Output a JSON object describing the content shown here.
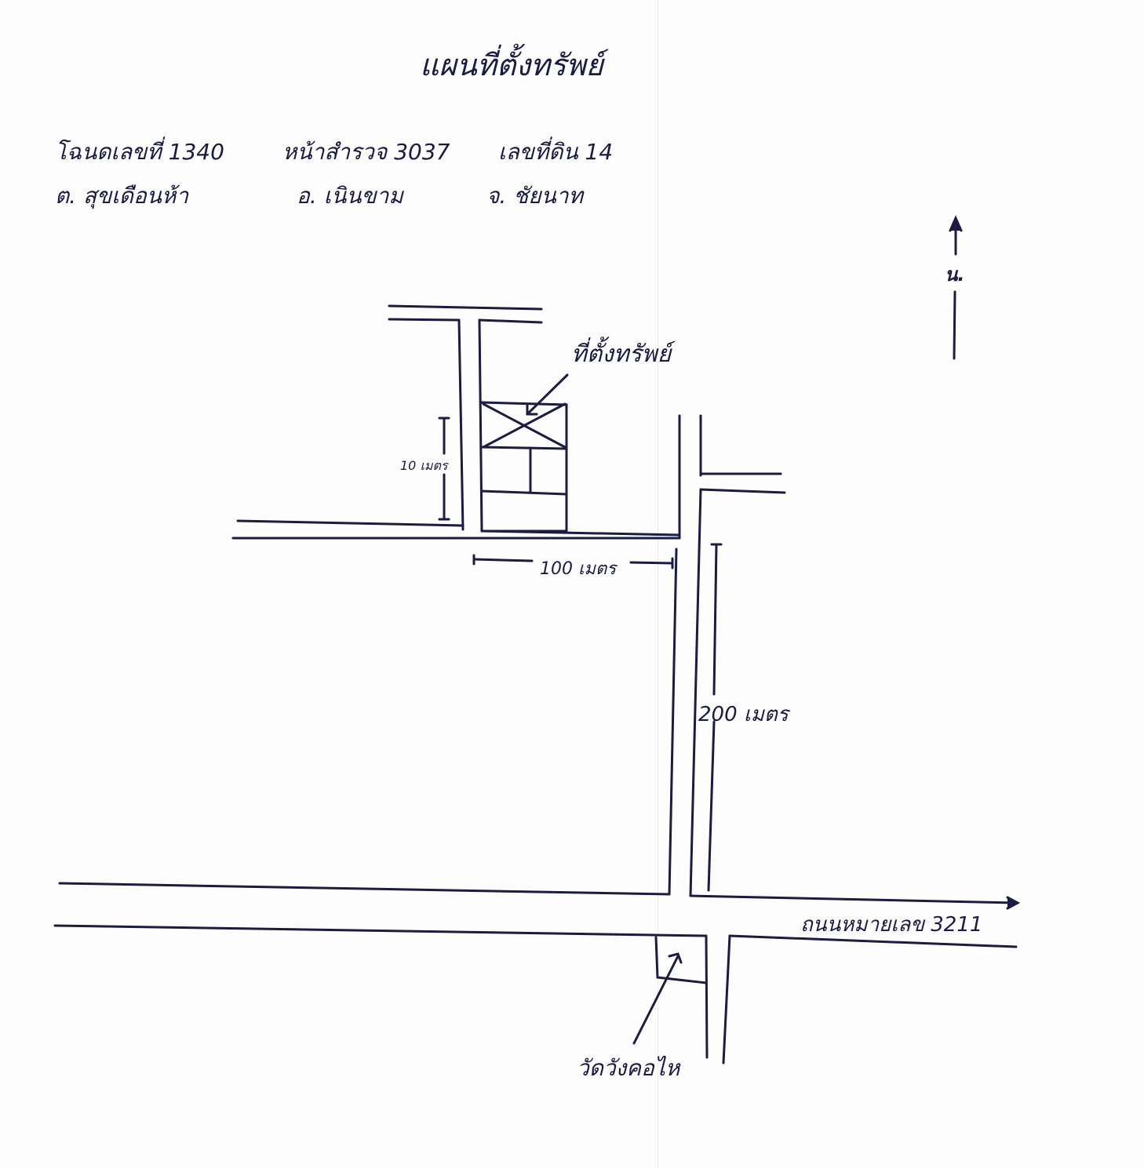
{
  "title": "แผนที่ตั้งทรัพย์",
  "deed": {
    "deed_no": "โฉนดเลขที่ 1340",
    "survey_page": "หน้าสำรวจ 3037",
    "land_no": "เลขที่ดิน 14"
  },
  "location": {
    "subdistrict": "ต. สุขเดือนห้า",
    "district": "อ. เนินขาม",
    "province": "จ. ชัยนาท"
  },
  "north_label": "น.",
  "labels": {
    "property": "ที่ตั้งทรัพย์",
    "dim_small": "10 เมตร",
    "dim_100": "100 เมตร",
    "dim_200": "200 เมตร",
    "highway": "ถนนหมายเลข 3211",
    "temple": "วัดวังคอไห"
  },
  "colors": {
    "ink": "#1b1b44",
    "paper": "#fdfdfd"
  }
}
